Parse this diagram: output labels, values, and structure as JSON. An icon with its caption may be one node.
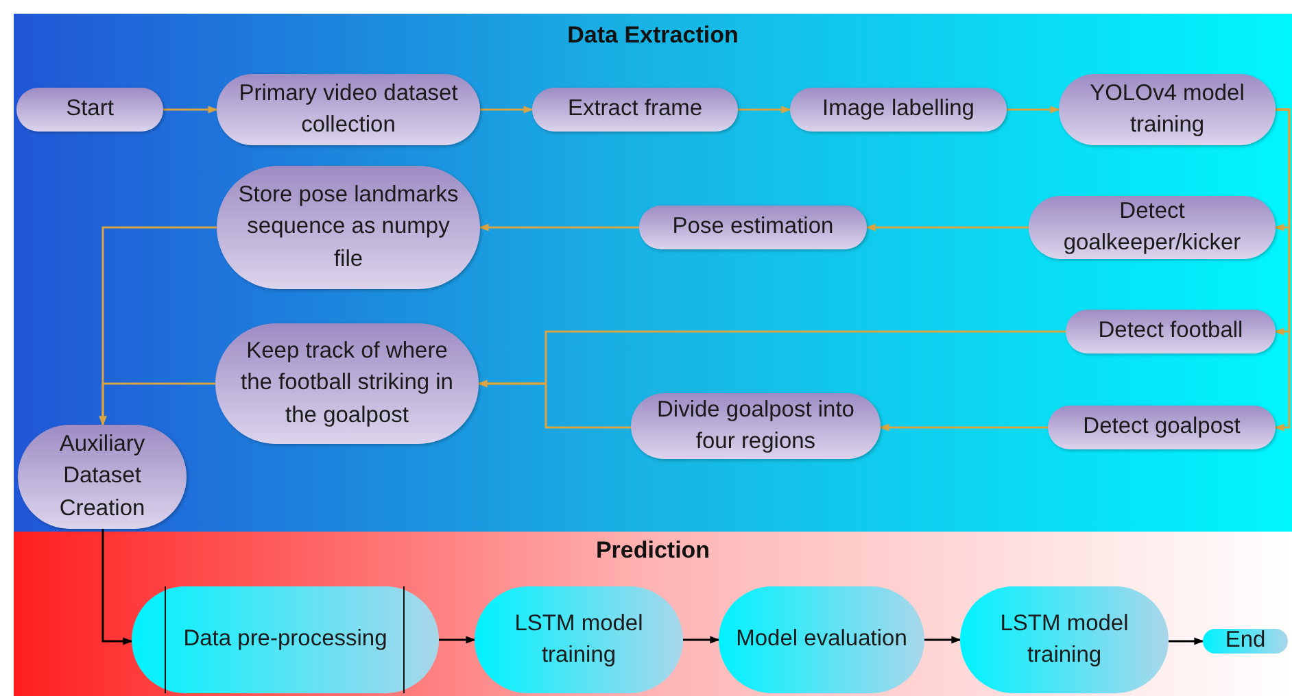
{
  "diagram": {
    "nodes": [
      {
        "text": [
          "Data Extraction"
        ]
      },
      {
        "text": [
          "Prediction"
        ]
      },
      {
        "text": [
          "Start"
        ],
        "in": 0
      },
      {
        "text": [
          "Primary video dataset collection"
        ],
        "in": 0
      },
      {
        "text": [
          "Extract frame"
        ],
        "in": 0
      },
      {
        "text": [
          "Image labelling"
        ],
        "in": 0
      },
      {
        "text": [
          "YOLOv4 model training"
        ],
        "in": 0
      },
      {
        "text": [
          "Store pose landmarks sequence as numpy file"
        ],
        "in": 0
      },
      {
        "text": [
          "Pose estimation"
        ],
        "in": 0
      },
      {
        "text": [
          "Detect goalkeeper/kicker"
        ],
        "in": 0
      },
      {
        "text": [
          "Keep track of where the football striking in the goalpost"
        ],
        "in": 0
      },
      {
        "text": [
          "Detect football"
        ],
        "in": 0
      },
      {
        "text": [
          "Divide goalpost into four regions"
        ],
        "in": 0
      },
      {
        "text": [
          "Detect goalpost"
        ],
        "in": 0
      },
      {
        "text": [
          "Auxiliary Dataset Creation"
        ],
        "in": 0
      },
      {
        "text": [
          "Data pre-processing"
        ],
        "in": 1
      },
      {
        "text": [
          "LSTM model training"
        ],
        "in": 1
      },
      {
        "text": [
          "Model evaluation"
        ],
        "in": 1
      },
      {
        "text": [
          "LSTM model training"
        ],
        "in": 1
      },
      {
        "text": [
          "End"
        ],
        "in": 1
      }
    ],
    "edges": [
      {
        "from": 2,
        "to": 3,
        "arrow": "to"
      },
      {
        "from": 3,
        "to": 4,
        "arrow": "to"
      },
      {
        "from": 4,
        "to": 5,
        "arrow": "to"
      },
      {
        "from": 5,
        "to": 6,
        "arrow": "to"
      },
      {
        "from": 6,
        "to": 9,
        "arrow": "to"
      },
      {
        "from": 6,
        "to": 11,
        "arrow": "to"
      },
      {
        "from": 6,
        "to": 13,
        "arrow": "to"
      },
      {
        "from": 9,
        "to": 8,
        "arrow": "to"
      },
      {
        "from": 8,
        "to": 7,
        "arrow": "to"
      },
      {
        "from": 11,
        "to": 10,
        "arrow": "to"
      },
      {
        "from": 12,
        "to": 10,
        "arrow": "to"
      },
      {
        "from": 13,
        "to": 12,
        "arrow": "to"
      },
      {
        "from": 7,
        "to": 14,
        "arrow": "to"
      },
      {
        "from": 10,
        "to": 14,
        "arrow": "to"
      },
      {
        "from": 14,
        "to": 15,
        "arrow": "to",
        "color": "#000000"
      },
      {
        "from": 15,
        "to": 16,
        "arrow": "to",
        "color": "#000000"
      },
      {
        "from": 16,
        "to": 17,
        "arrow": "to",
        "color": "#000000"
      },
      {
        "from": 17,
        "to": 18,
        "arrow": "to",
        "color": "#000000"
      },
      {
        "from": 18,
        "to": 19,
        "arrow": "to",
        "color": "#000000"
      }
    ]
  }
}
